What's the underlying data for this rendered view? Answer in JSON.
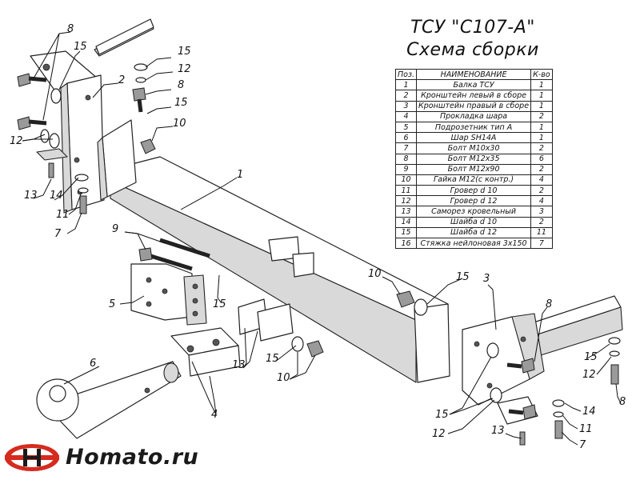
{
  "title": "ТСУ \"С107-А\"",
  "subtitle": "Схема сборки",
  "table": {
    "headers": [
      "Поз.",
      "НАИМЕНОВАНИЕ",
      "К-во"
    ],
    "rows": [
      [
        "1",
        "Балка ТСУ",
        "1"
      ],
      [
        "2",
        "Кронштейн левый в сборе",
        "1"
      ],
      [
        "3",
        "Кронштейн правый в сборе",
        "1"
      ],
      [
        "4",
        "Прокладка шара",
        "2"
      ],
      [
        "5",
        "Подрозетник тип А",
        "1"
      ],
      [
        "6",
        "Шар SH14A",
        "1"
      ],
      [
        "7",
        "Болт М10х30",
        "2"
      ],
      [
        "8",
        "Болт М12х35",
        "6"
      ],
      [
        "9",
        "Болт М12х90",
        "2"
      ],
      [
        "10",
        "Гайка М12(с контр.)",
        "4"
      ],
      [
        "11",
        "Гровер d 10",
        "2"
      ],
      [
        "12",
        "Гровер d 12",
        "4"
      ],
      [
        "13",
        "Саморез кровельный",
        "3"
      ],
      [
        "14",
        "Шайба d 10",
        "2"
      ],
      [
        "15",
        "Шайба d 12",
        "11"
      ],
      [
        "16",
        "Стяжка нейлоновая 3х150",
        "7"
      ]
    ]
  },
  "callouts": [
    {
      "id": "c8a",
      "label": "8"
    },
    {
      "id": "c15a",
      "label": "15"
    },
    {
      "id": "c2",
      "label": "2"
    },
    {
      "id": "c15b",
      "label": "15"
    },
    {
      "id": "c12a",
      "label": "12"
    },
    {
      "id": "c8b",
      "label": "8"
    },
    {
      "id": "c15c",
      "label": "15"
    },
    {
      "id": "c10a",
      "label": "10"
    },
    {
      "id": "c12b",
      "label": "12"
    },
    {
      "id": "c13a",
      "label": "13"
    },
    {
      "id": "c14a",
      "label": "14"
    },
    {
      "id": "c11a",
      "label": "11"
    },
    {
      "id": "c7a",
      "label": "7"
    },
    {
      "id": "c1",
      "label": "1"
    },
    {
      "id": "c9",
      "label": "9"
    },
    {
      "id": "c5",
      "label": "5"
    },
    {
      "id": "c15d",
      "label": "15"
    },
    {
      "id": "c10b",
      "label": "10"
    },
    {
      "id": "c15e",
      "label": "15"
    },
    {
      "id": "c3",
      "label": "3"
    },
    {
      "id": "c8c",
      "label": "8"
    },
    {
      "id": "c6",
      "label": "6"
    },
    {
      "id": "c13b",
      "label": "13"
    },
    {
      "id": "c15f",
      "label": "15"
    },
    {
      "id": "c10c",
      "label": "10"
    },
    {
      "id": "c4",
      "label": "4"
    },
    {
      "id": "c15g",
      "label": "15"
    },
    {
      "id": "c12c",
      "label": "12"
    },
    {
      "id": "c8d",
      "label": "8"
    },
    {
      "id": "c14b",
      "label": "14"
    },
    {
      "id": "c11b",
      "label": "11"
    },
    {
      "id": "c15h",
      "label": "15"
    },
    {
      "id": "c12d",
      "label": "12"
    },
    {
      "id": "c13c",
      "label": "13"
    },
    {
      "id": "c7b",
      "label": "7"
    }
  ],
  "logo": {
    "text": "Homato.ru",
    "colors": {
      "primary": "#d62b1f",
      "text": "#1a1a1a"
    }
  }
}
